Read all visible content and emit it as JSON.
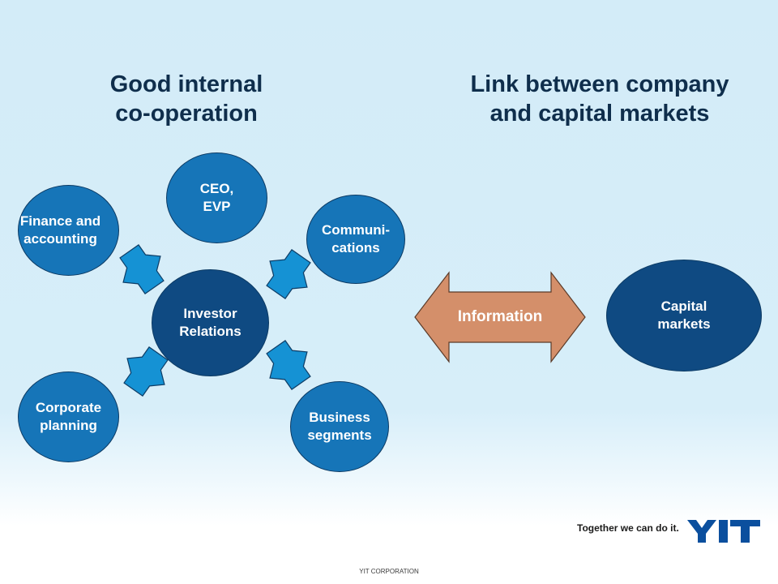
{
  "headings": {
    "left": "Good internal\nco-operation",
    "right": "Link between company\nand capital markets"
  },
  "nodes": {
    "ceo": "CEO,\nEVP",
    "finance": "Finance and\naccounting",
    "communications": "Communi-\ncations",
    "investor_relations": "Investor\nRelations",
    "corporate_planning": "Corporate\nplanning",
    "business_segments": "Business\nsegments",
    "capital_markets": "Capital\nmarkets"
  },
  "arrow_label": "Information",
  "footer": {
    "tagline": "Together we can do it.",
    "logo_text": "YIT",
    "corporation": "YIT CORPORATION"
  },
  "colors": {
    "node_blue": "#1675b8",
    "node_dark": "#0f4a82",
    "connector": "#1592d4",
    "arrow_fill": "#d48f6a",
    "heading": "#0f2e4c",
    "logo": "#0b4f9e"
  }
}
